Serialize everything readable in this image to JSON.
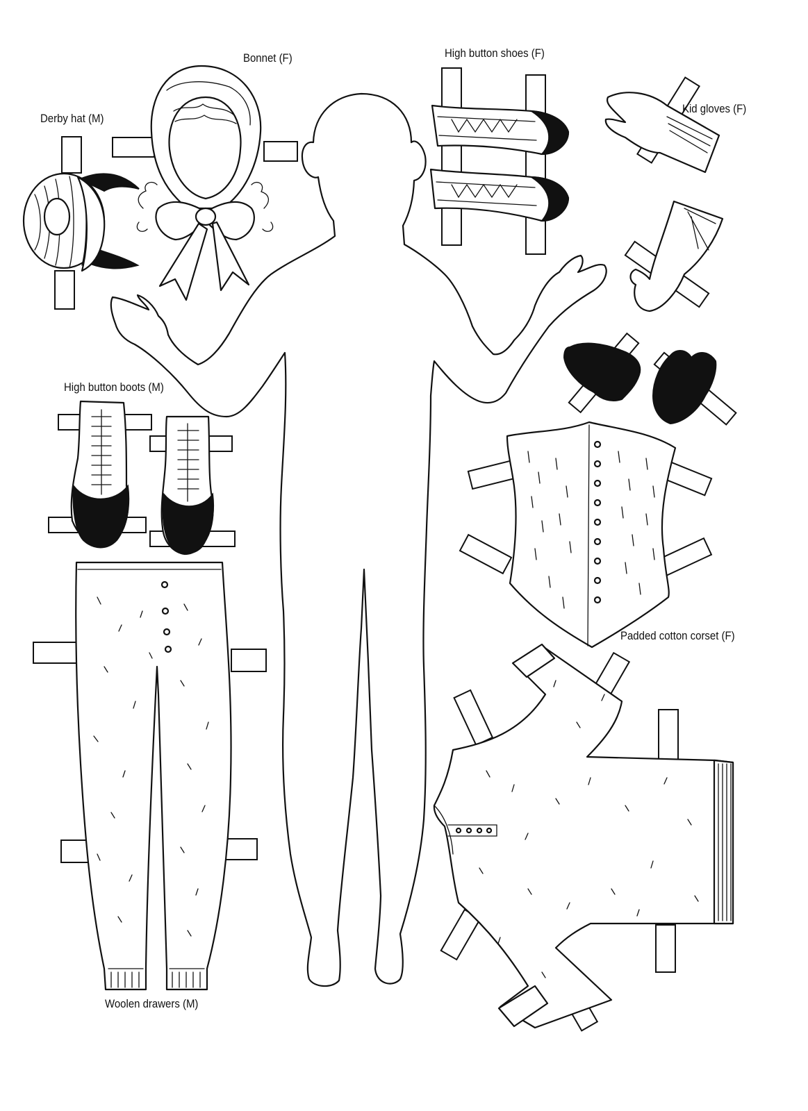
{
  "labels": {
    "bonnet": "Bonnet (F)",
    "high_button_shoes": "High button shoes (F)",
    "derby_hat": "Derby hat (M)",
    "kid_gloves": "Kid gloves (F)",
    "high_button_boots": "High button boots (M)",
    "padded_cotton_corset": "Padded cotton corset (F)",
    "woolen_drawers": "Woolen drawers (M)"
  },
  "colors": {
    "ink": "#111111",
    "paper": "#ffffff"
  }
}
